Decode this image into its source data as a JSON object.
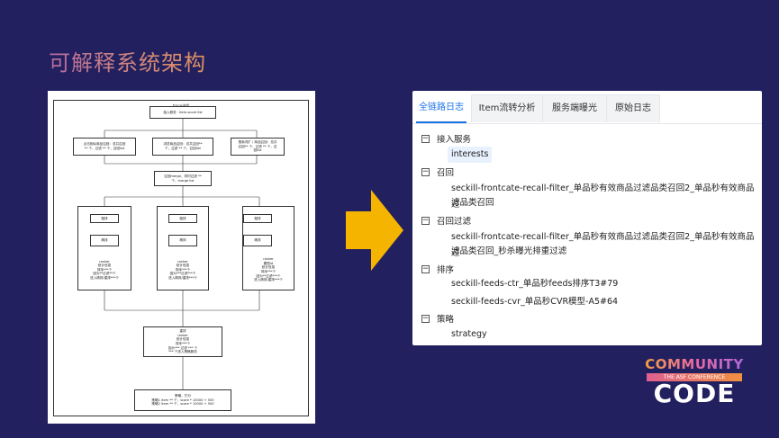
{
  "slide": {
    "title": "可解释系统架构"
  },
  "diagram": {
    "frame_title": "trace流程",
    "boxes": {
      "entry": "接入服务 · item-score list",
      "recall_a": "点击相似商品召回：总共召回\n** 个，过滤 ** 个，召回list",
      "recall_b": "浏览商品召回：总共召回**\n个，过滤 ** 个，召回list",
      "recall_c": "搜索词扩 / 商品召回：总共\n召回** 个，过滤 ** 个，召\n回list",
      "merge": "召回merge，同时过滤 **\n个，merge list",
      "coarse_a": "粗排",
      "fine_a": "精排",
      "rank_a": "ranker\n统计信息\n排序***个\n因为**过滤**个\n进入精排/重排***个",
      "coarse_b": "粗排",
      "fine_b": "精排",
      "rank_b": "ranker\n统计信息\n排序***个\n因为***过滤***个\n进入精排/重排***个",
      "coarse_c": "粗排",
      "fine_c": "精排",
      "rank_c": "ranker\n模型id\n统计信息\n排序***个\n因为**过滤***个\n进入精排/重排***个",
      "rerank": "重排\nranker\n统计信息\n排序***个\n因为*** 过滤 *** 个\n*** 个进入策略服务",
      "strategy": "策略，打分\n策略1 item ** 个，score * 10000 + 500\n策略2 item ** 个，score * 10000 + 500"
    }
  },
  "arrow": {
    "color": "#f5b400",
    "icon": "right-arrow-icon"
  },
  "panel": {
    "tabs": [
      {
        "label": "全链路日志",
        "active": true
      },
      {
        "label": "Item流转分析",
        "active": false
      },
      {
        "label": "服务端曝光",
        "active": false
      },
      {
        "label": "原始日志",
        "active": false
      }
    ],
    "tree": [
      {
        "label": "接入服务",
        "children": [
          "interests"
        ]
      },
      {
        "label": "召回",
        "children": [
          "seckill-frontcate-recall-filter_单品秒有效商品过滤品类召回2_单品秒有效商品过",
          "滤品类召回"
        ]
      },
      {
        "label": "召回过滤",
        "children": [
          "seckill-frontcate-recall-filter_单品秒有效商品过滤品类召回2_单品秒有效商品过",
          "滤品类召回_秒杀曝光排重过滤"
        ]
      },
      {
        "label": "排序",
        "children": [
          "seckill-feeds-ctr_单品秒feeds排序T3#79",
          "seckill-feeds-cvr_单品秒CVR模型-A5#64"
        ]
      },
      {
        "label": "策略",
        "children": [
          "strategy"
        ]
      }
    ],
    "toggle_symbol": "−",
    "accent": "#1a73e8"
  },
  "logo": {
    "line1": "COMMUNITY",
    "line2": "THE ASF CONFERENCE",
    "line3": "CODE"
  }
}
